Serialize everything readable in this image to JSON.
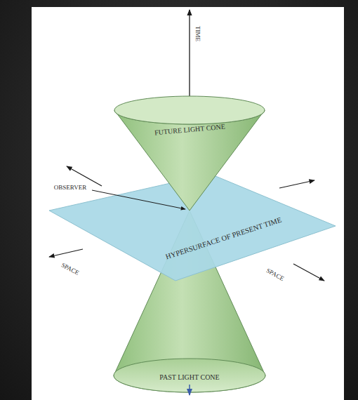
{
  "diagram": {
    "nodes": [
      {
        "text": [
          "FUTURE LIGHT CONE"
        ]
      },
      {
        "text": [
          "HYPERSURFACE OF PRESENT TIME"
        ]
      },
      {
        "text": [
          "PAST LIGHT CONE"
        ]
      }
    ],
    "labels": [
      "TIME",
      "OBSERVER",
      "SPACE",
      "SPACE"
    ]
  }
}
